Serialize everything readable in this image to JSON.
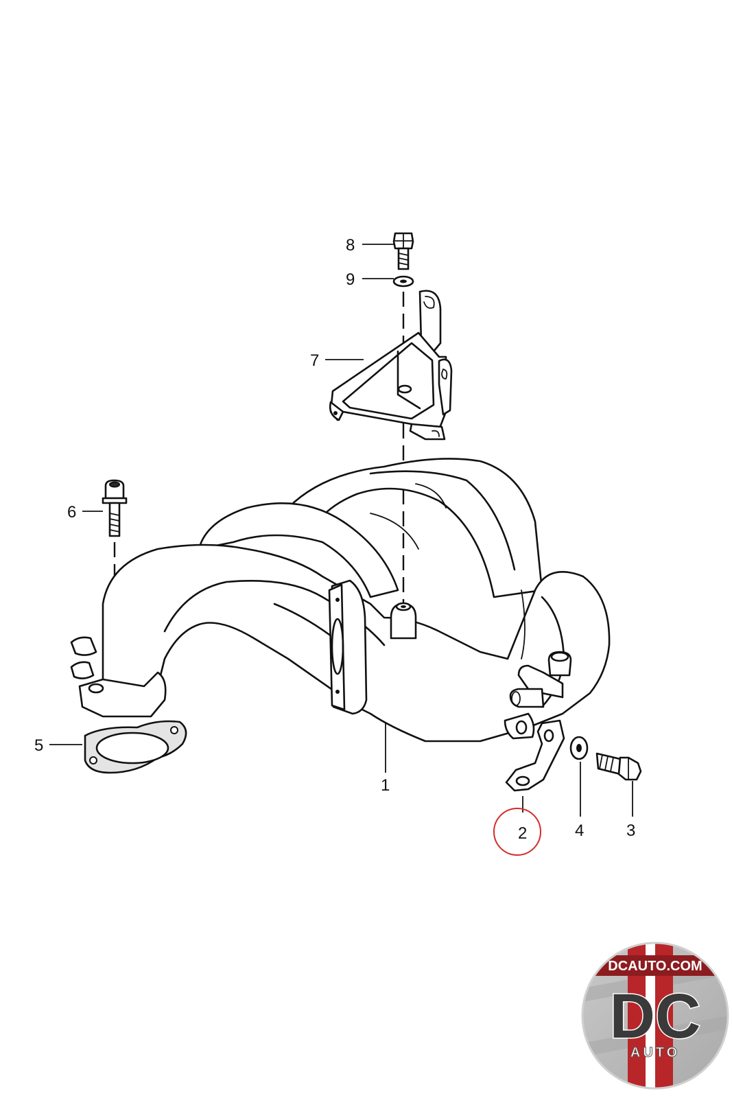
{
  "callouts": [
    {
      "id": "1",
      "label": "1"
    },
    {
      "id": "2",
      "label": "2",
      "highlighted": true
    },
    {
      "id": "3",
      "label": "3"
    },
    {
      "id": "4",
      "label": "4"
    },
    {
      "id": "5",
      "label": "5"
    },
    {
      "id": "6",
      "label": "6"
    },
    {
      "id": "7",
      "label": "7"
    },
    {
      "id": "8",
      "label": "8"
    },
    {
      "id": "9",
      "label": "9"
    }
  ],
  "logo": {
    "site": "DCAUTO.COM",
    "monogram": "DC",
    "word": "AUTO"
  },
  "colors": {
    "line": "#111111",
    "highlight": "#d42a2a",
    "logo_red": "#b8262a",
    "logo_bg": "#c9c9c9"
  }
}
